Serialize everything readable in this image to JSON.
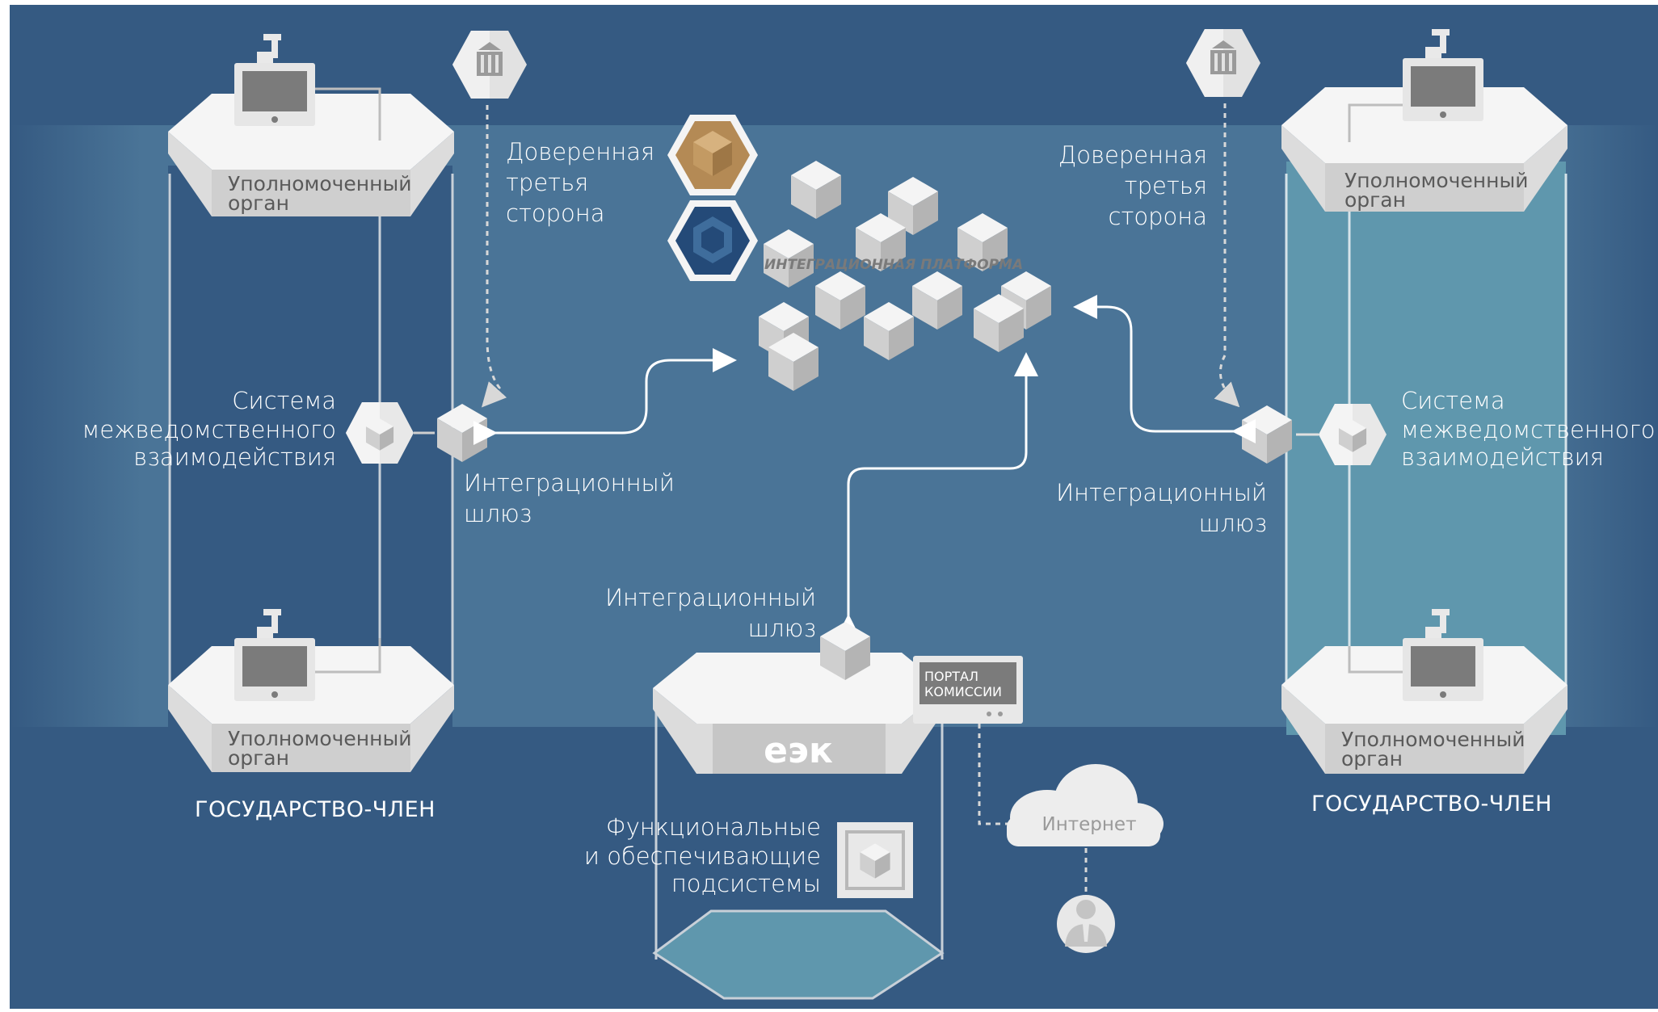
{
  "left_state": {
    "top_authority": [
      "Уполномоченный",
      "орган"
    ],
    "bottom_authority": [
      "Уполномоченный",
      "орган"
    ],
    "interdept_system": [
      "Система",
      "межведомственного",
      "взаимодействия"
    ],
    "trusted_party": [
      "Доверенная",
      "третья",
      "сторона"
    ],
    "gateway": [
      "Интеграционный",
      "шлюз"
    ],
    "caption": "ГОСУДАРСТВО-ЧЛЕН"
  },
  "right_state": {
    "top_authority": [
      "Уполномоченный",
      "орган"
    ],
    "bottom_authority": [
      "Уполномоченный",
      "орган"
    ],
    "interdept_system": [
      "Система",
      "межведомственного",
      "взаимодействия"
    ],
    "trusted_party": [
      "Доверенная",
      "третья",
      "сторона"
    ],
    "gateway": [
      "Интеграционный",
      "шлюз"
    ],
    "caption": "ГОСУДАРСТВО-ЧЛЕН"
  },
  "platform": {
    "label": "ИНТЕГРАЦИОННАЯ ПЛАТФОРМА"
  },
  "commission": {
    "gateway": [
      "Интеграционный",
      "шлюз"
    ],
    "name": "еэк",
    "portal": [
      "ПОРТАЛ",
      "КОМИССИИ"
    ],
    "subsystems": [
      "Функциональные",
      "и обеспечивающие",
      "подсистемы"
    ],
    "internet": "Интернет"
  },
  "colors": {
    "background": "#355a82",
    "band": "#4a7497",
    "right_panel": "#5f97ad",
    "gold": "#b48a55",
    "navy": "#244a78"
  }
}
